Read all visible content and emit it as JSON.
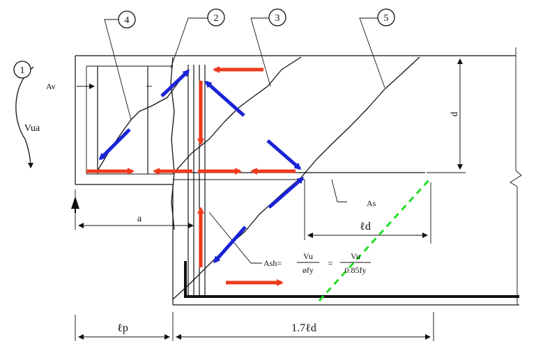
{
  "labels": {
    "callout_1": "1",
    "callout_2": "2",
    "callout_3": "3",
    "callout_4": "4",
    "callout_5": "5",
    "av": "Av",
    "vua": "Vua",
    "d": "d",
    "as": "As",
    "ld": "ℓd",
    "a": "a",
    "ash": "Ash=",
    "vu_top_1": "Vu",
    "phi_fy": "øfy",
    "equals": "=",
    "vu_top_2": "Vu",
    "phi_085fy": "0.85fy",
    "lp": "ℓp",
    "dim_17ld": "1.7ℓd"
  },
  "colors": {
    "ink": "#111111",
    "red_arrow": "#ee3a1c",
    "blue_arrow": "#1a23d6",
    "green_dash": "#22dd22"
  },
  "icons": {
    "moment": "curved-arrow-icon",
    "force": "arrow-icon"
  }
}
